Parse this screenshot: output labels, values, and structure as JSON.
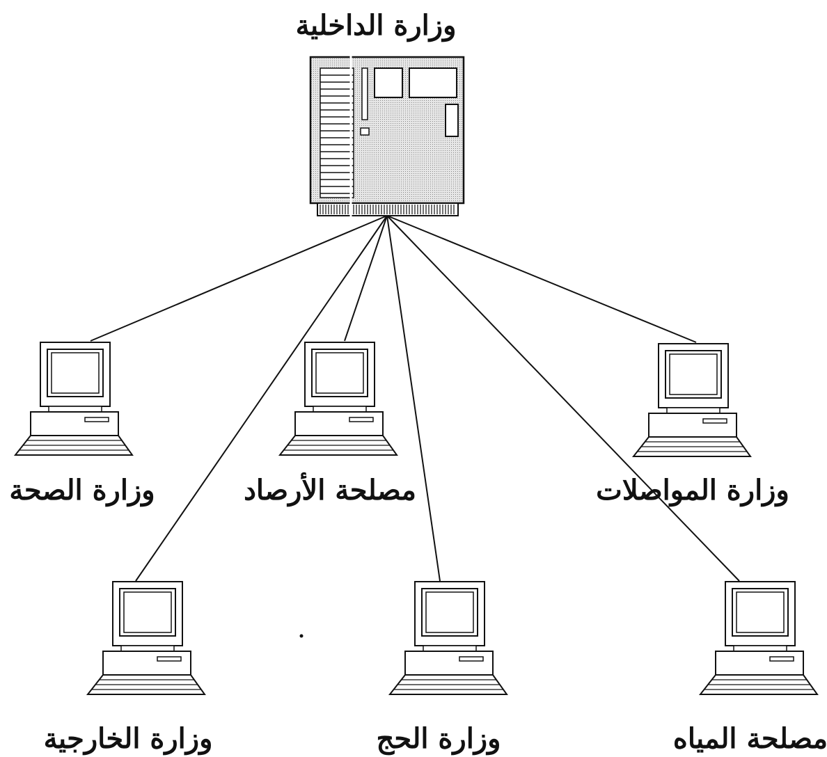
{
  "server": {
    "label": "وزارة الداخلية",
    "icon": "server-icon"
  },
  "clients": [
    {
      "id": "health",
      "label": "وزارة الصحة",
      "icon": "computer-icon"
    },
    {
      "id": "meteorology",
      "label": "مصلحة الأرصاد",
      "icon": "computer-icon"
    },
    {
      "id": "transport",
      "label": "وزارة المواصلات",
      "icon": "computer-icon"
    },
    {
      "id": "foreign",
      "label": "وزارة الخارجية",
      "icon": "computer-icon"
    },
    {
      "id": "hajj",
      "label": "وزارة الحج",
      "icon": "computer-icon"
    },
    {
      "id": "water",
      "label": "مصلحة المياه",
      "icon": "computer-icon"
    }
  ],
  "colors": {
    "line": "#111111",
    "background": "#ffffff",
    "server_fill": "#d9d9d9"
  }
}
